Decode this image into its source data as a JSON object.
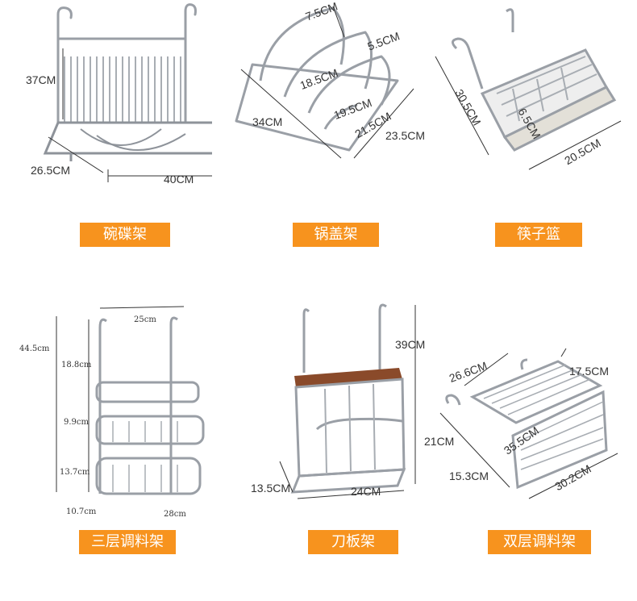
{
  "products": [
    {
      "name": "碗碟架",
      "dims": [
        "37CM",
        "26.5CM",
        "40CM"
      ]
    },
    {
      "name": "锅盖架",
      "dims": [
        "7.5CM",
        "5.5CM",
        "18.5CM",
        "19.5CM",
        "34CM",
        "21.5CM",
        "23.5CM"
      ]
    },
    {
      "name": "筷子篮",
      "dims": [
        "30.5CM",
        "6.5CM",
        "20.5CM"
      ]
    },
    {
      "name": "三层调料架",
      "dims": [
        "25cm",
        "44.5cm",
        "18.8cm",
        "9.9cm",
        "13.7cm",
        "10.7cm",
        "28cm"
      ]
    },
    {
      "name": "刀板架",
      "dims": [
        "39CM",
        "13.5CM",
        "24CM"
      ]
    },
    {
      "name": "双层调料架",
      "dims": [
        "26.6CM",
        "17.5CM",
        "21CM",
        "35.5CM",
        "15.3CM",
        "30.2CM"
      ]
    }
  ],
  "colors": {
    "badge": "#f7931e",
    "badge_text": "#ffffff",
    "steel": "#9a9fa6",
    "wood": "#8a4a2a"
  }
}
